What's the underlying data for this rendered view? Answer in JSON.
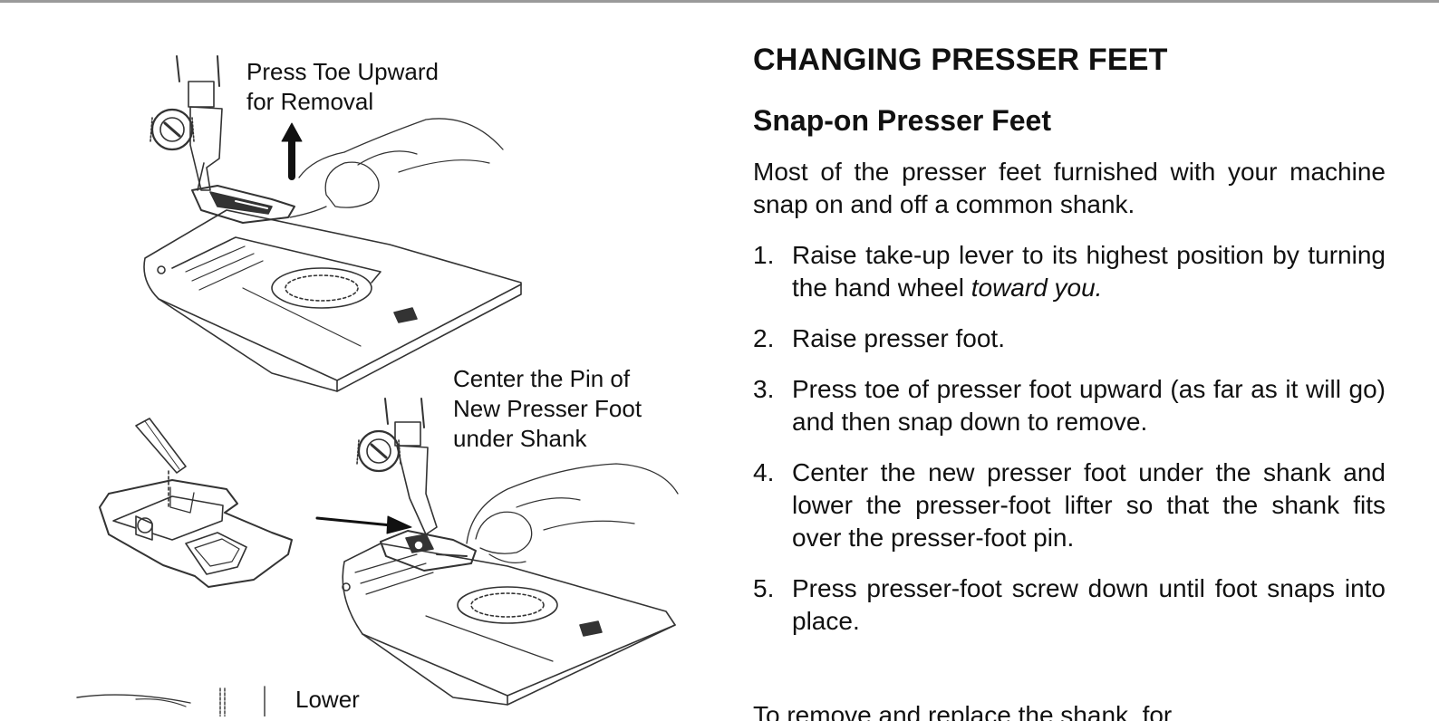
{
  "illustration": {
    "caption_toe": "Press Toe Upward\nfor Removal",
    "caption_center": "Center the Pin of\nNew Presser Foot\nunder Shank",
    "caption_lower": "Lower"
  },
  "section": {
    "title": "CHANGING PRESSER FEET",
    "subtitle": "Snap-on Presser Feet",
    "intro": "Most of the presser feet furnished with your machine snap on and off a common shank."
  },
  "steps": [
    {
      "num": "1.",
      "text": "Raise take-up lever to its highest position by turning the hand wheel ",
      "emphasis": "toward you."
    },
    {
      "num": "2.",
      "text": "Raise presser foot.",
      "emphasis": ""
    },
    {
      "num": "3.",
      "text": "Press toe of presser foot upward (as far as it will go) and then snap down to remove.",
      "emphasis": ""
    },
    {
      "num": "4.",
      "text": "Center the new presser foot under the shank and lower the presser-foot lifter so that the shank fits over the presser-foot pin.",
      "emphasis": ""
    },
    {
      "num": "5.",
      "text": "Press presser-foot screw down until foot snaps into place.",
      "emphasis": ""
    }
  ],
  "cutoff_line": "To remove and replace the shank, for",
  "colors": {
    "ink": "#111111",
    "line_art": "#333333",
    "top_border": "#9a9a9a"
  }
}
